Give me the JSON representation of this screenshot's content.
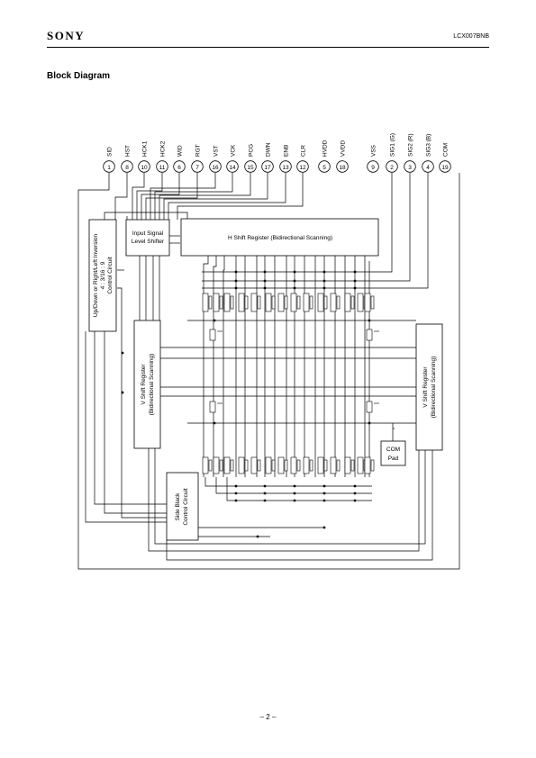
{
  "header": {
    "brand": "SONY",
    "part_number": "LCX007BNB"
  },
  "section_title": "Block Diagram",
  "page_number": "– 2 –",
  "pins": [
    {
      "name": "SID",
      "num": "1"
    },
    {
      "name": "HST",
      "num": "8"
    },
    {
      "name": "HCK1",
      "num": "10"
    },
    {
      "name": "HCK2",
      "num": "11"
    },
    {
      "name": "WID",
      "num": "6"
    },
    {
      "name": "RGT",
      "num": "7"
    },
    {
      "name": "VST",
      "num": "16"
    },
    {
      "name": "VCK",
      "num": "14"
    },
    {
      "name": "PCG",
      "num": "15"
    },
    {
      "name": "DWN",
      "num": "17"
    },
    {
      "name": "ENB",
      "num": "13"
    },
    {
      "name": "CLR",
      "num": "12"
    },
    {
      "name": "HVDD",
      "num": "5"
    },
    {
      "name": "VVDD",
      "num": "18"
    },
    {
      "name": "VSS",
      "num": "9"
    },
    {
      "name": "SIG1 (G)",
      "num": "2"
    },
    {
      "name": "SIG2 (R)",
      "num": "3"
    },
    {
      "name": "SIG3 (B)",
      "num": "4"
    },
    {
      "name": "COM",
      "num": "19"
    }
  ],
  "blocks": {
    "updown_line1": "Up/Down or Right/Left Inversion",
    "updown_line2": "4 : 3/16 : 9",
    "updown_line3": "Control Circuit",
    "level_shifter_line1": "Input Signal",
    "level_shifter_line2": "Level Shifter",
    "h_shift": "H Shift Register (Bidirectional Scanning)",
    "v_shift_left_line1": "V Shift Register",
    "v_shift_left_line2": "(Bidirectional Scanning)",
    "v_shift_right_line1": "V Shift Register",
    "v_shift_right_line2": "(Bidirectional Scanning)",
    "com_pad_line1": "COM",
    "com_pad_line2": "Pad",
    "side_black_line1": "Side Black",
    "side_black_line2": "Control Circuit"
  }
}
